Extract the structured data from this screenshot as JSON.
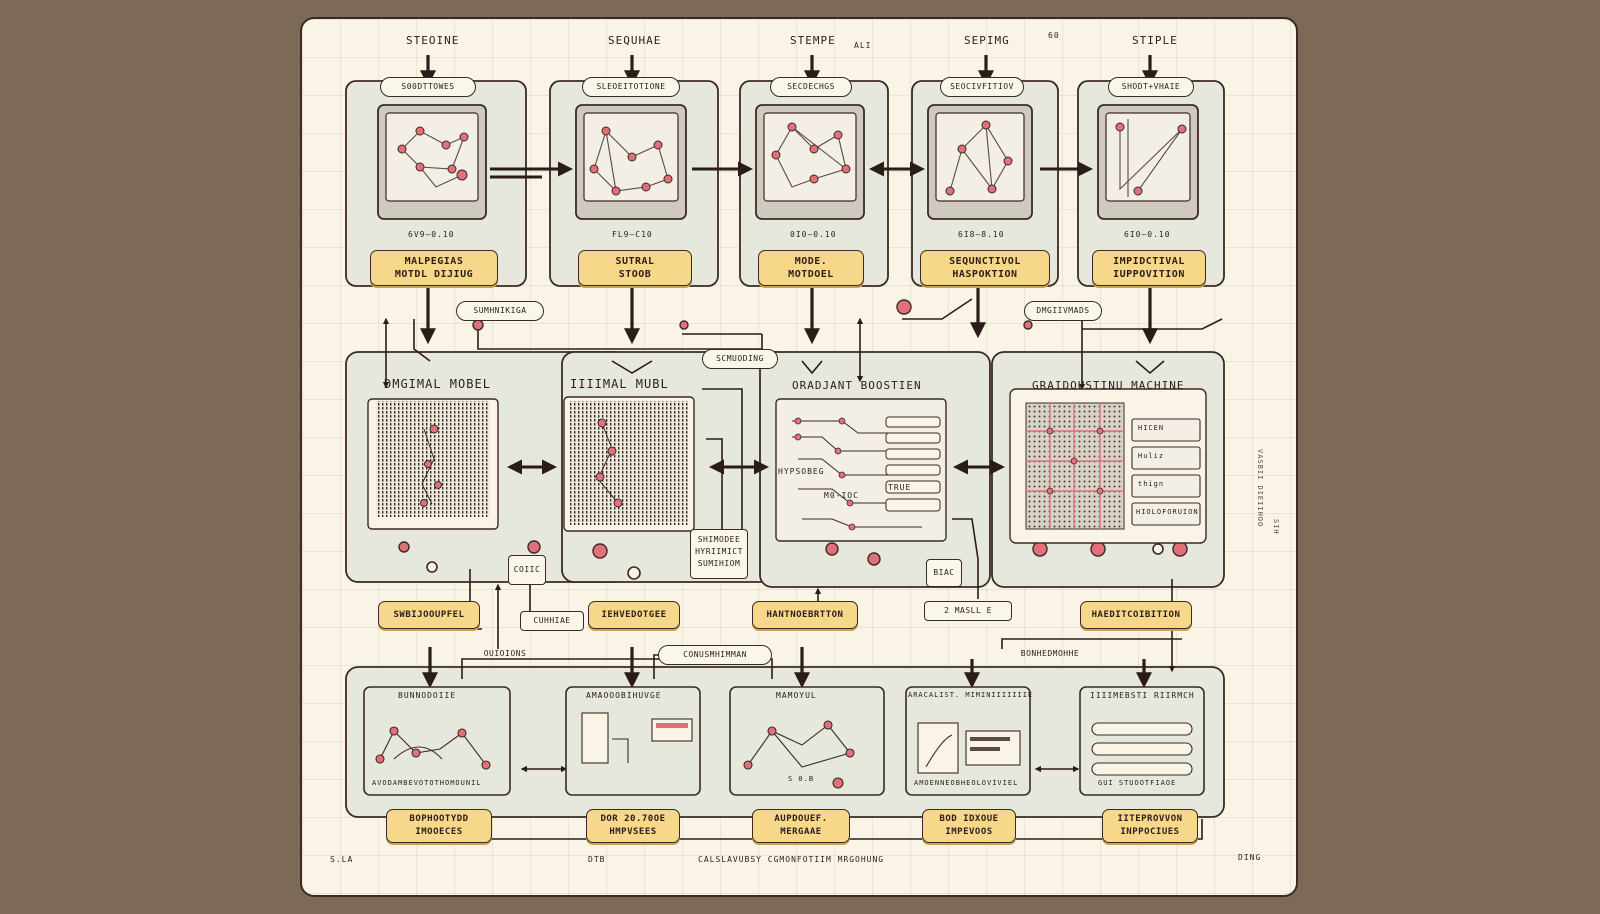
{
  "top_stages": [
    {
      "phase": "STEOINE",
      "tag": "S00DTTOWES",
      "range": "6V9—0.10",
      "label": [
        "MALPEGIAS",
        "MOTDL DIJIUG"
      ]
    },
    {
      "phase": "SEQUHAE",
      "tag": "SLEOEITOTIONE",
      "range": "FL9—C10",
      "label": [
        "SUTRAL",
        "STOOB"
      ]
    },
    {
      "phase": "STEMPE",
      "tag": "SECDECHGS",
      "range": "0I0—0.10",
      "label": [
        "MODE.",
        "MOTDOEL"
      ]
    },
    {
      "phase": "SEPIMG",
      "tag": "SEOCIVFITIOV",
      "range": "6I8—8.10",
      "label": [
        "SEQUNCTIVOL",
        "HASPOKTION"
      ]
    },
    {
      "phase": "STIPLE",
      "tag": "SHODT+VHAIE",
      "range": "6I0—0.10",
      "label": [
        "IMPIDCTIVAL",
        "IUPPOVITION"
      ]
    }
  ],
  "top_marks": {
    "a": "ALI",
    "b": "60"
  },
  "middle_models": [
    {
      "title": "DMGIMAL MOBEL"
    },
    {
      "title": "IIIIMAL MUBL"
    },
    {
      "title": "ORADJANT BOOSTIEN",
      "inner": [
        "HYPSOBEG",
        "TRUE",
        "M0-IOC"
      ]
    },
    {
      "title": "GRAIDOUSTINU MACHINE",
      "items": [
        "HICEN",
        "Huliz",
        "thign",
        "HIOLOFORUION"
      ]
    }
  ],
  "connectors": {
    "c1": "SUMHNIKIGA",
    "c2": "SCMUODING",
    "c3": "DMGIIVMADS",
    "c4": [
      "SHIMODEE",
      "HYRIIMICT",
      "SUMIHIOM"
    ],
    "c5": "COIIC",
    "c6": "CUHHIAE",
    "c7": "BIAC",
    "c8": "2 MASLL E",
    "c9": "OUIOIONS",
    "c10": "CONUSMHIMMAN",
    "c11": "BONHEDMOHHE"
  },
  "middle_outputs": [
    "SWBIJOOUPFEL",
    "IEHVEDOTGEE",
    "HANTNOEBRTTON",
    "HAEDITCOIBITION"
  ],
  "bottom_cards": [
    {
      "title": "BUNNODOIIE",
      "caption": "AVODAMBEVOTOTHOMOUNIL",
      "label": [
        "BOPHOOTYDD",
        "IMOOECES"
      ]
    },
    {
      "title": "AMAOOOBIHUVGE",
      "caption": "",
      "label": [
        "DOR 20.70OE",
        "HMPVSEES"
      ]
    },
    {
      "title": "MAMOYUL",
      "caption": "S 0.B",
      "label": [
        "AUPDOUEF.",
        "MERGAAE"
      ]
    },
    {
      "title": "ARACALIST. MIMINIIIIIIIE",
      "caption": "AMOENNEOBHEOLOVIVIEL",
      "label": [
        "BOD IDXOUE",
        "IMPEVOOS"
      ]
    },
    {
      "title": "IIIIMEBSTI RIIRMCH",
      "caption": "GUI STUOOTFIAOE",
      "label": [
        "IITEPROVVON",
        "INPPOCIUES"
      ]
    }
  ],
  "footer": {
    "title": "CALSLAVUBSY CGMONFOTIIM MRGOHUNG",
    "left": "S.LA",
    "mid": "DTB",
    "right": "DING"
  },
  "side_text": {
    "right": "VASBII DIEIIHOO",
    "far_right": "SIH"
  },
  "colors": {
    "board": "#faf4e6",
    "panel": "#e6e7dd",
    "accent": "#e2707a",
    "label": "#f7d78a",
    "ink": "#3b2a24"
  }
}
